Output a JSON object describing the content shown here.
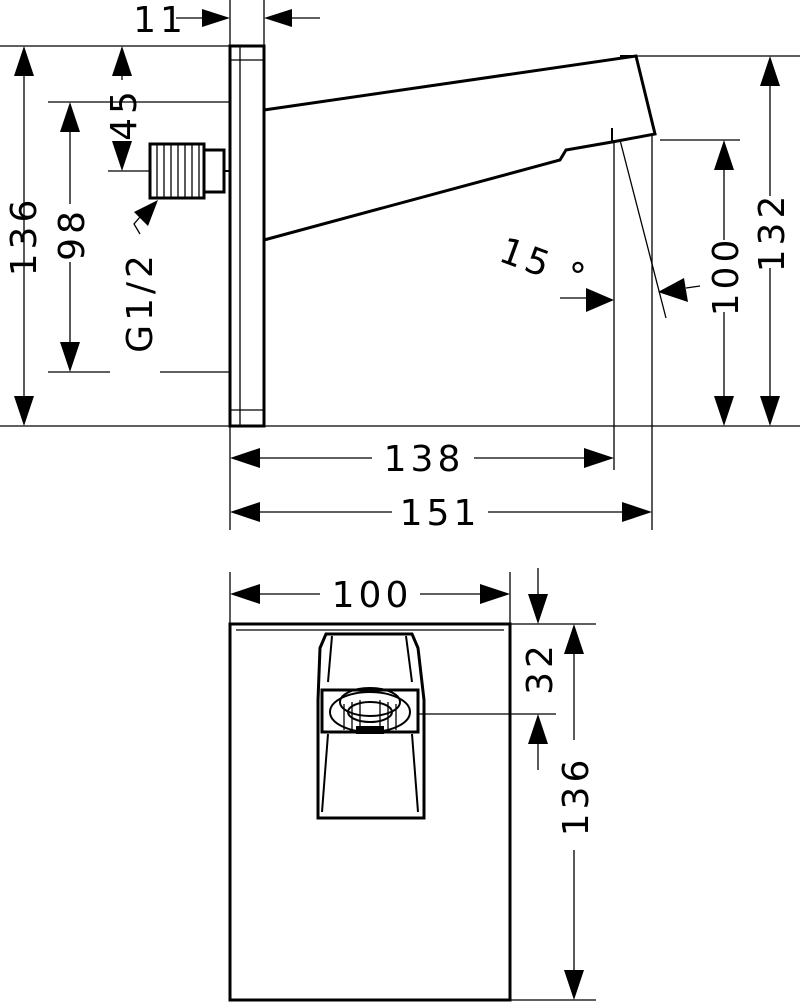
{
  "side_view": {
    "dims": {
      "wall_thickness": "11",
      "connector_offset": "45",
      "total_height": "136",
      "connector_to_bottom": "98",
      "thread": "G1/2",
      "outlet_reach": "138",
      "total_reach": "151",
      "spray_angle": "15 °",
      "outlet_height": "100",
      "top_height": "132"
    }
  },
  "front_view": {
    "dims": {
      "plate_width": "100",
      "outlet_offset": "32",
      "plate_height": "136"
    }
  }
}
